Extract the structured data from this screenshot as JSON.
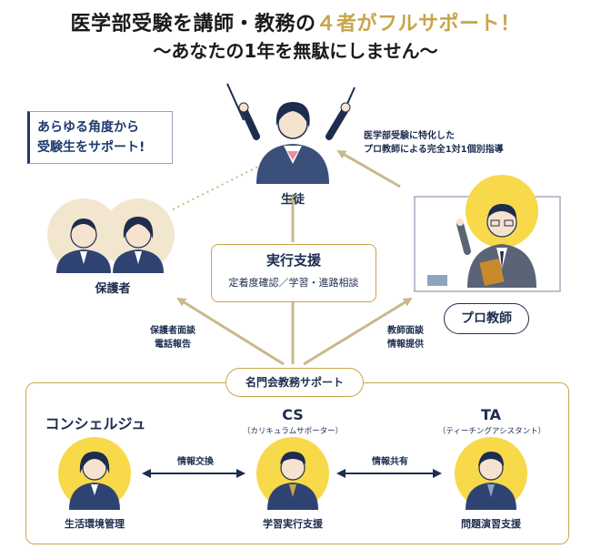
{
  "header": {
    "title_main": "医学部受験を講師・教務の",
    "title_accent": "４者がフルサポート！",
    "subtitle": "〜あなたの1年を無駄にしません〜"
  },
  "callout": {
    "line1": "あらゆる角度から",
    "line2": "受験生をサポート!"
  },
  "nodes": {
    "student": "生徒",
    "parents": "保護者",
    "pro_teacher": "プロ教師"
  },
  "teacher_note": {
    "line1": "医学部受験に特化した",
    "line2": "プロ教師による完全1対1個別指導"
  },
  "execution_support": {
    "title": "実行支援",
    "subtitle": "定着度確認／学習・進路相談"
  },
  "edge_labels": {
    "parents_line1": "保護者面談",
    "parents_line2": "電話報告",
    "teacher_line1": "教師面談",
    "teacher_line2": "情報提供"
  },
  "support_pill": "名門会教務サポート",
  "roles": [
    {
      "title": "コンシェルジュ",
      "subtitle": "",
      "caption": "生活環境管理"
    },
    {
      "title": "CS",
      "subtitle": "（カリキュラムサポーター）",
      "caption": "学習実行支援"
    },
    {
      "title": "TA",
      "subtitle": "（ティーチングアシスタント）",
      "caption": "問題演習支援"
    }
  ],
  "role_links": {
    "left": "情報交換",
    "right": "情報共有"
  },
  "colors": {
    "navy": "#1d2d4f",
    "gold": "#c9a54a",
    "yellow": "#f7d94a",
    "arrow": "#c9b98a"
  }
}
